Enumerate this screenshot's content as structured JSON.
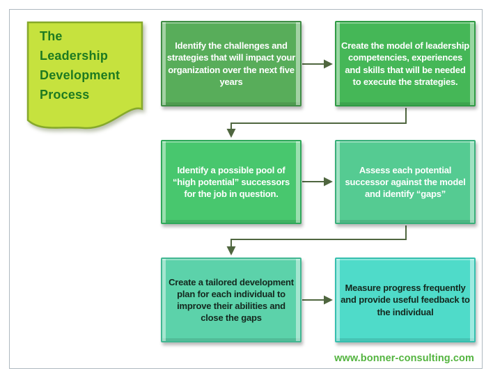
{
  "diagram": {
    "title": {
      "text": "The Leadership Development Process",
      "fill": "#c6e23e",
      "border": "#86a92b",
      "text_color": "#1d7a21"
    },
    "boxes": [
      {
        "step": 1,
        "text": "Identify the challenges and strategies that will impact your organization over the next five years",
        "fill": "#58ad5a",
        "border": "#3f8d45",
        "text_color": "#ffffff"
      },
      {
        "step": 2,
        "text": "Create the model of leadership competencies, experiences and skills that will be needed to execute the strategies.",
        "fill": "#45b757",
        "border": "#2f9b44",
        "text_color": "#ffffff"
      },
      {
        "step": 3,
        "text": "Identify a possible pool of “high potential” successors for the job in question.",
        "fill": "#48c76e",
        "border": "#2fa85a",
        "text_color": "#ffffff"
      },
      {
        "step": 4,
        "text": "Assess each potential successor against the model and identify “gaps”",
        "fill": "#55cb92",
        "border": "#3aaf7a",
        "text_color": "#ffffff"
      },
      {
        "step": 5,
        "text": "Create a tailored development plan for each individual to improve their abilities and close the gaps",
        "fill": "#5cd2aa",
        "border": "#41b792",
        "text_color": "#14281e"
      },
      {
        "step": 6,
        "text": "Measure progress frequently and provide useful feedback to the individual",
        "fill": "#4fdbc9",
        "border": "#35bfae",
        "text_color": "#14281e"
      }
    ],
    "connector_color": "#4f663f",
    "frame_color": "#aeb8bf",
    "website": {
      "text": "www.bonner-consulting.com",
      "color": "#53b43f"
    }
  }
}
